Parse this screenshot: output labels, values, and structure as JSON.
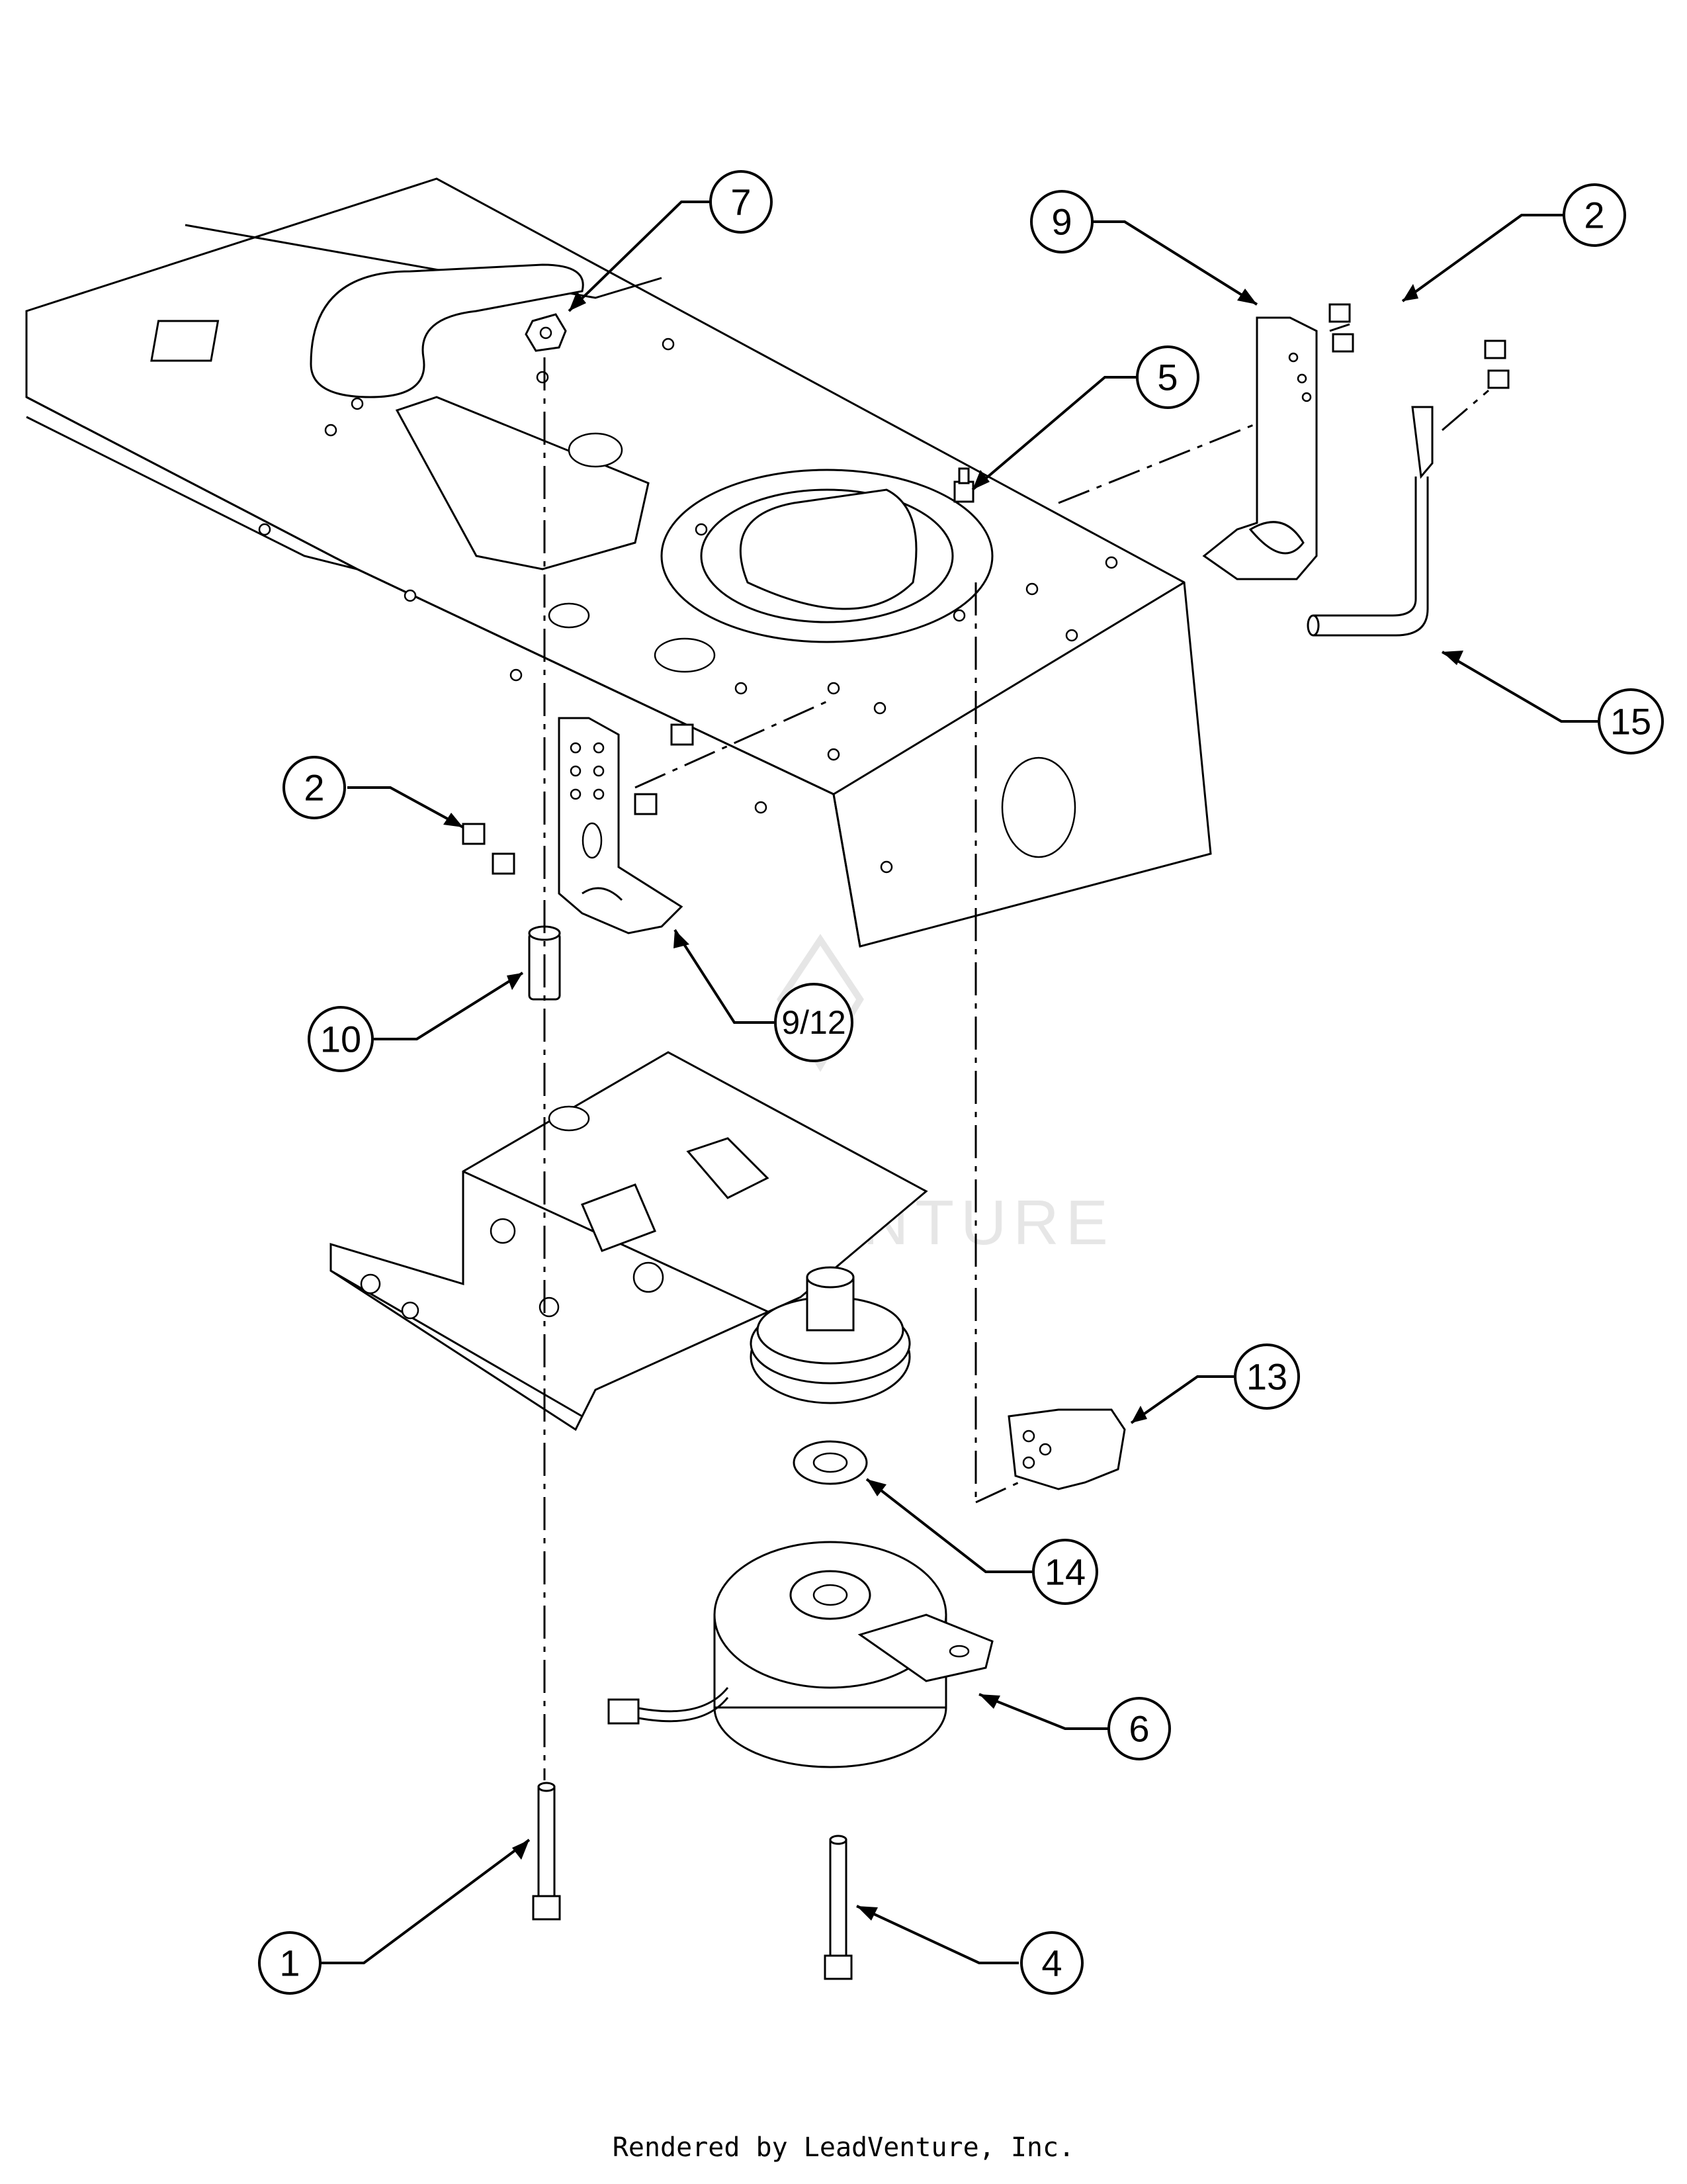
{
  "callouts": [
    {
      "id": "c7",
      "label": "7"
    },
    {
      "id": "c9-top",
      "label": "9"
    },
    {
      "id": "c2-top",
      "label": "2"
    },
    {
      "id": "c5",
      "label": "5"
    },
    {
      "id": "c15",
      "label": "15"
    },
    {
      "id": "c2-left",
      "label": "2"
    },
    {
      "id": "c10",
      "label": "10"
    },
    {
      "id": "c9-12",
      "label": "9/12"
    },
    {
      "id": "c13",
      "label": "13"
    },
    {
      "id": "c14",
      "label": "14"
    },
    {
      "id": "c6",
      "label": "6"
    },
    {
      "id": "c1",
      "label": "1"
    },
    {
      "id": "c4",
      "label": "4"
    }
  ],
  "watermark": "LEADVENTURE",
  "footer": "Rendered by LeadVenture, Inc."
}
